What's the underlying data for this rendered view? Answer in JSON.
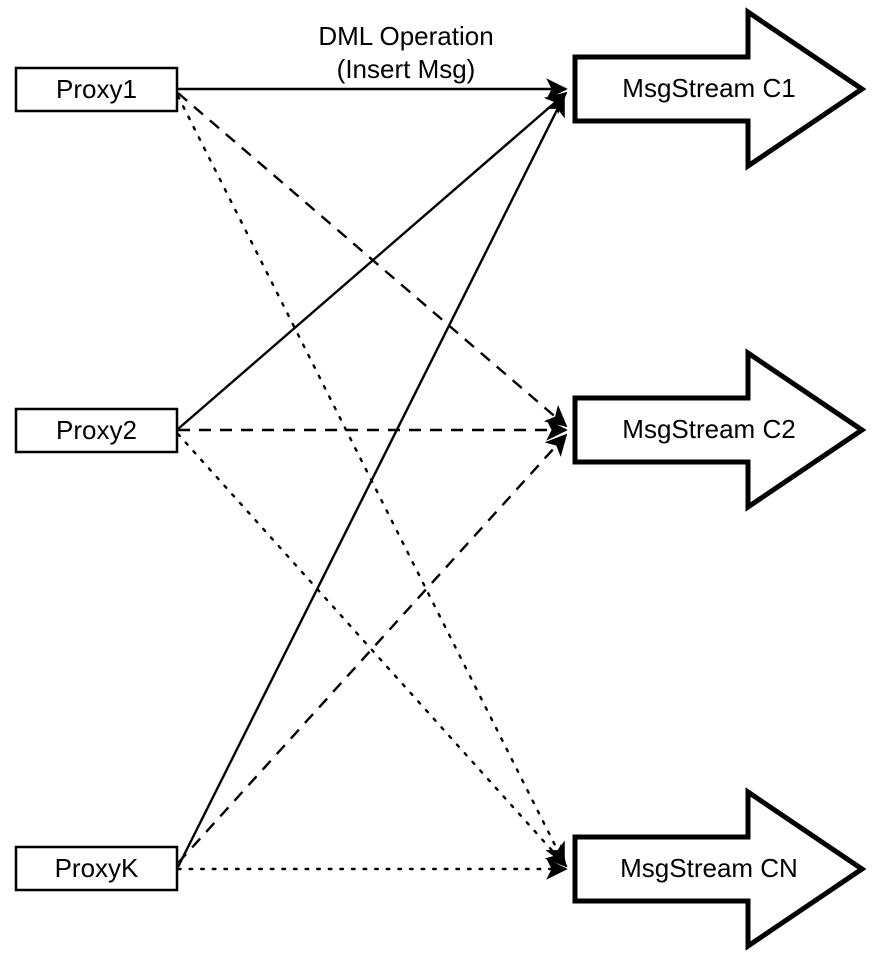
{
  "diagram": {
    "title": "Proxy to MsgStream routing diagram",
    "background_color": "#ffffff",
    "stroke_color": "#000000",
    "caption": {
      "line1": "DML Operation",
      "line2": "(Insert Msg)"
    },
    "proxies": [
      {
        "id": "proxy1",
        "label": "Proxy1"
      },
      {
        "id": "proxy2",
        "label": "Proxy2"
      },
      {
        "id": "proxyk",
        "label": "ProxyK"
      }
    ],
    "streams": [
      {
        "id": "c1",
        "label": "MsgStream C1"
      },
      {
        "id": "c2",
        "label": "MsgStream C2"
      },
      {
        "id": "cn",
        "label": "MsgStream CN"
      }
    ],
    "edges": [
      {
        "id": "proxy1-c1",
        "from": "Proxy1",
        "to": "MsgStream C1",
        "style": "solid"
      },
      {
        "id": "proxy2-c1",
        "from": "Proxy2",
        "to": "MsgStream C1",
        "style": "solid"
      },
      {
        "id": "proxyk-c1",
        "from": "ProxyK",
        "to": "MsgStream C1",
        "style": "solid"
      },
      {
        "id": "proxy1-c2",
        "from": "Proxy1",
        "to": "MsgStream C2",
        "style": "dashed"
      },
      {
        "id": "proxy2-c2",
        "from": "Proxy2",
        "to": "MsgStream C2",
        "style": "dashed"
      },
      {
        "id": "proxyk-c2",
        "from": "ProxyK",
        "to": "MsgStream C2",
        "style": "dashed"
      },
      {
        "id": "proxy1-cn",
        "from": "Proxy1",
        "to": "MsgStream CN",
        "style": "dotted"
      },
      {
        "id": "proxy2-cn",
        "from": "Proxy2",
        "to": "MsgStream CN",
        "style": "dotted"
      },
      {
        "id": "proxyk-cn",
        "from": "ProxyK",
        "to": "MsgStream CN",
        "style": "dotted"
      }
    ]
  }
}
